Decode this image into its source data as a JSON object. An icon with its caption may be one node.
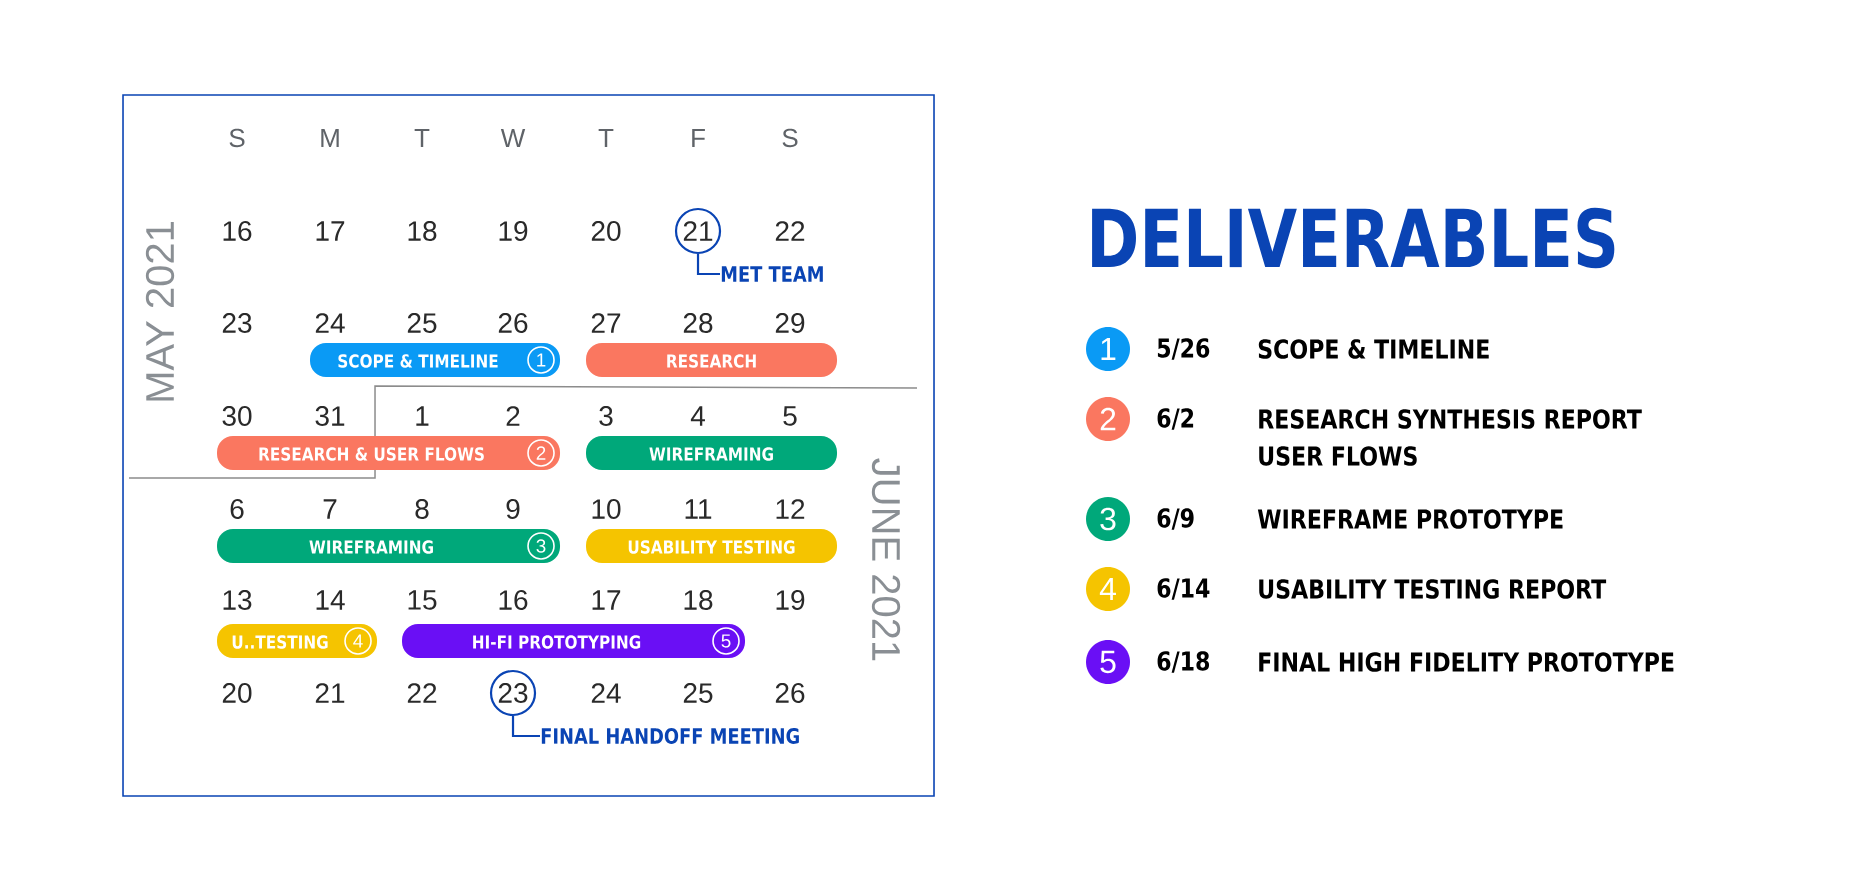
{
  "diagram": {
    "title": "DELIVERABLES",
    "nodes": [
      {
        "text": [
          "21"
        ]
      },
      {
        "text": [
          "MET TEAM"
        ]
      },
      {
        "text": [
          "SCOPE & TIMELINE",
          "1"
        ]
      },
      {
        "text": [
          "RESEARCH"
        ]
      },
      {
        "text": [
          "RESEARCH & USER FLOWS",
          "2"
        ]
      },
      {
        "text": [
          "WIREFRAMING"
        ]
      },
      {
        "text": [
          "WIREFRAMING",
          "3"
        ]
      },
      {
        "text": [
          "USABILITY TESTING"
        ]
      },
      {
        "text": [
          "U..TESTING",
          "4"
        ]
      },
      {
        "text": [
          "HI-FI PROTOTYPING",
          "5"
        ]
      },
      {
        "text": [
          "23"
        ]
      },
      {
        "text": [
          "FINAL HANDOFF MEETING"
        ]
      },
      {
        "text": [
          "1"
        ],
        "beside": [
          "5/26",
          "SCOPE & TIMELINE"
        ]
      },
      {
        "text": [
          "2"
        ],
        "beside": [
          "6/2",
          "RESEARCH SYNTHESIS REPORT",
          "USER FLOWS"
        ]
      },
      {
        "text": [
          "3"
        ],
        "beside": [
          "6/9",
          "WIREFRAME PROTOTYPE"
        ]
      },
      {
        "text": [
          "4"
        ],
        "beside": [
          "6/14",
          "USABILITY TESTING REPORT"
        ]
      },
      {
        "text": [
          "5"
        ],
        "beside": [
          "6/18",
          "FINAL HIGH FIDELITY PROTOTYPE"
        ]
      }
    ],
    "edges": [
      {
        "from": 1,
        "to": 0,
        "arrow": "none"
      },
      {
        "from": 11,
        "to": 10,
        "arrow": "none"
      }
    ],
    "labels": [
      "S",
      "M",
      "T",
      "W",
      "T",
      "F",
      "S",
      "16",
      "17",
      "18",
      "19",
      "20",
      "22",
      "23",
      "24",
      "25",
      "26",
      "27",
      "28",
      "29",
      "30",
      "31",
      "1",
      "2",
      "3",
      "4",
      "5",
      "6",
      "7",
      "8",
      "9",
      "10",
      "11",
      "12",
      "13",
      "14",
      "15",
      "16",
      "17",
      "18",
      "19",
      "20",
      "21",
      "22",
      "24",
      "25",
      "26",
      "MAY 2021",
      "JUNE 2021"
    ]
  }
}
